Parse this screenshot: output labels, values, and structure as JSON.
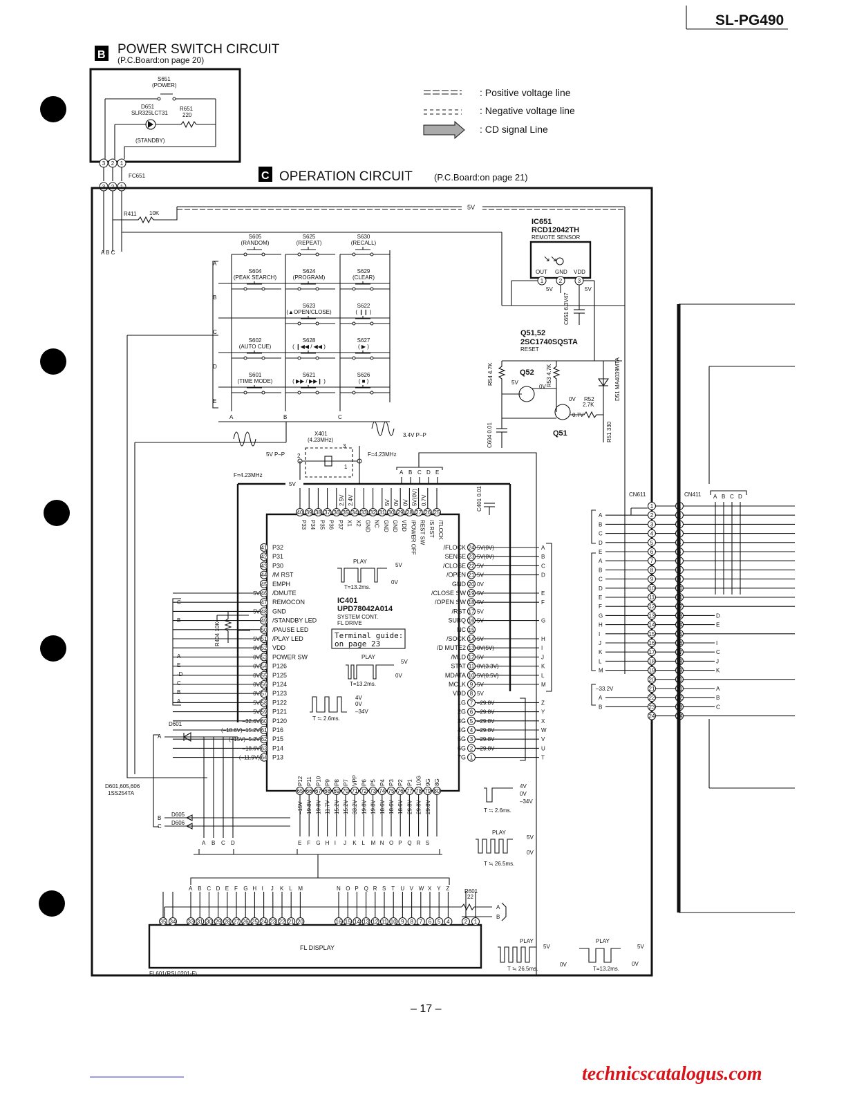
{
  "header": {
    "model": "SL-PG490",
    "page_number": "– 17 –",
    "watermark": "technicscatalogus.com"
  },
  "legend": {
    "positive": ": Positive voltage line",
    "negative": ": Negative voltage line",
    "cd_signal": ": CD signal Line"
  },
  "section_b": {
    "letter": "B",
    "title": "POWER  SWITCH  CIRCUIT",
    "subtitle": "(P.C.Board:on page 20)",
    "switch_ref": "S651",
    "switch_name": "(POWER)",
    "led_ref": "D651",
    "led_part": "SLR325LCT31",
    "resistor_ref": "R651",
    "resistor_val": "220",
    "standby": "(STANDBY)",
    "connector": "FC651"
  },
  "section_c": {
    "letter": "C",
    "title": "OPERATION  CIRCUIT",
    "subtitle": "(P.C.Board:on page 21)"
  },
  "components": {
    "r411": "R411",
    "r411_val": "10K",
    "v5_top": "5V",
    "ic651_ref": "IC651",
    "ic651_part": "RCD12042TH",
    "ic651_desc": "REMOTE SENSOR",
    "ic651_pins": [
      "OUT",
      "GND",
      "VDD"
    ],
    "c651": "C651\n6.3V47",
    "q5152_ref": "Q51,52",
    "q5152_part": "2SC1740SQSTA",
    "reset": "RESET",
    "q52": "Q52",
    "q51": "Q51",
    "r54": "R54 4.7K",
    "r53": "R53 4.7K",
    "r52": "R52",
    "r52_val": "2.7K",
    "r51": "R51 330",
    "d51": "D51 MA4039MTA",
    "c604": "C604 0.01",
    "c401": "C401 0.01",
    "x401": "X401",
    "x401_val": "(4.23MHz)",
    "freq1": "F=4.23MHz",
    "freq2": "F=4.23MHz",
    "vpp5": "5V P–P",
    "vpp34": "3.4V P–P",
    "cn611": "CN611",
    "cn411": "CN411",
    "r404": "R404 10K",
    "d601": "D601",
    "d_note1": "D601,605,606",
    "d_note2": "1SS254TA",
    "d605": "D605",
    "d606": "D606",
    "r601": "R601",
    "r601_val": "22",
    "fl_display": "FL DISPLAY",
    "fl601": "FL601(RSL0201-F)",
    "v_neg332": "–33.2V"
  },
  "ic401": {
    "ref": "IC401",
    "part": "UPD78042A014",
    "desc1": "SYSTEM CONT.",
    "desc2": "FL DRIVE",
    "guide1": "Terminal guide:",
    "guide2": "on page 23",
    "left_pins": [
      [
        "41",
        "P32"
      ],
      [
        "42",
        "P31"
      ],
      [
        "43",
        "P30"
      ],
      [
        "44",
        "/M RST"
      ],
      [
        "45",
        "EMPH"
      ],
      [
        "46",
        "/DMUTE"
      ],
      [
        "47",
        "REMOCON"
      ],
      [
        "48",
        "GND"
      ],
      [
        "49",
        "/STANDBY LED"
      ],
      [
        "50",
        "/PAUSE LED"
      ],
      [
        "51",
        "/PLAY LED"
      ],
      [
        "52",
        "VDD"
      ],
      [
        "53",
        "POWER SW"
      ],
      [
        "54",
        "P126"
      ],
      [
        "55",
        "P125"
      ],
      [
        "56",
        "P124"
      ],
      [
        "57",
        "P123"
      ],
      [
        "58",
        "P122"
      ],
      [
        "59",
        "P121"
      ],
      [
        "60",
        "P120"
      ],
      [
        "61",
        "P16"
      ],
      [
        "62",
        "P15"
      ],
      [
        "63",
        "P14"
      ],
      [
        "64",
        "P13"
      ]
    ],
    "right_pins": [
      [
        "24",
        "/FLOCK"
      ],
      [
        "23",
        "SENSE"
      ],
      [
        "22",
        "/CLOSE"
      ],
      [
        "21",
        "/OPEN"
      ],
      [
        "20",
        "GND"
      ],
      [
        "19",
        "/CLOSE SW"
      ],
      [
        "18",
        "/OPEN SW"
      ],
      [
        "17",
        "/RST"
      ],
      [
        "16",
        "SUBQ"
      ],
      [
        "15",
        "NC"
      ],
      [
        "14",
        "/SOCK"
      ],
      [
        "13",
        "/D MUTE2"
      ],
      [
        "12",
        "/MLD"
      ],
      [
        "11",
        "STAT"
      ],
      [
        "10",
        "MDATA"
      ],
      [
        "9",
        "MCLK"
      ],
      [
        "8",
        "VDD"
      ],
      [
        "7",
        "1G"
      ],
      [
        "6",
        "2G"
      ],
      [
        "5",
        "3G"
      ],
      [
        "4",
        "4G"
      ],
      [
        "3",
        "5G"
      ],
      [
        "2",
        "6G"
      ],
      [
        "1",
        "7G"
      ]
    ],
    "top_pins": [
      [
        "40",
        "P33"
      ],
      [
        "39",
        "P34"
      ],
      [
        "38",
        "P35"
      ],
      [
        "37",
        "P36"
      ],
      [
        "36",
        "P37"
      ],
      [
        "35",
        "X1"
      ],
      [
        "34",
        "X2"
      ],
      [
        "33",
        "GND"
      ],
      [
        "32",
        "NC"
      ],
      [
        "31",
        "GND"
      ],
      [
        "30",
        "GND"
      ],
      [
        "29",
        "VDD"
      ],
      [
        "28",
        "/POWER OFF"
      ],
      [
        "27",
        "REST SW"
      ],
      [
        "26",
        "/S RST"
      ],
      [
        "25",
        "/TLOCK"
      ]
    ],
    "bottom_pins": [
      [
        "65",
        "P12"
      ],
      [
        "66",
        "P11"
      ],
      [
        "67",
        "P10"
      ],
      [
        "68",
        "P9"
      ],
      [
        "69",
        "P8"
      ],
      [
        "70",
        "P7"
      ],
      [
        "71",
        "VPP"
      ],
      [
        "72",
        "P6"
      ],
      [
        "73",
        "P5"
      ],
      [
        "74",
        "P4"
      ],
      [
        "75",
        "P3"
      ],
      [
        "76",
        "P2"
      ],
      [
        "77",
        "P1"
      ],
      [
        "78",
        "10G"
      ],
      [
        "79",
        "9G"
      ],
      [
        "80",
        "8G"
      ]
    ],
    "left_volts": [
      "",
      "",
      "",
      "",
      "",
      "5V",
      "",
      "5V",
      "",
      "",
      "5V",
      "0V",
      "0V",
      "0V",
      "0V",
      "0V",
      "0V",
      "5V",
      "5V",
      "–32.6V",
      "(–18.6V)–15.2V",
      "(–15V)–5.2V",
      "–18.6V",
      "(–11.9V)"
    ],
    "right_volts": [
      "5V(0V)",
      "5V(0V)",
      "5V",
      "5V",
      "0V",
      "5V",
      "5V",
      "5V",
      "5V",
      "",
      "5V",
      "0V(5V)",
      "5V",
      "0V(3.3V)",
      "5V(0.5V)",
      "5V",
      "5V",
      "–29.8V",
      "–29.8V",
      "–29.8V",
      "–29.8V",
      "–29.8V",
      "–29.8V",
      ""
    ],
    "right_letters": [
      "A",
      "B",
      "C",
      "D",
      "",
      "E",
      "F",
      "",
      "G",
      "",
      "H",
      "I",
      "J",
      "K",
      "L",
      "M",
      "",
      "Z",
      "Y",
      "X",
      "W",
      "V",
      "U",
      "T"
    ],
    "left_letters": [
      "C",
      "B",
      "A",
      "E",
      "·D",
      "C",
      "B",
      "A"
    ],
    "top_volts": [
      "2.5V",
      "2.4V",
      "",
      "",
      "",
      "5V",
      "0V",
      "0V",
      "5V(0V)",
      "0.7V"
    ],
    "top_letters": [
      "A",
      "B",
      "C",
      "D",
      "E"
    ],
    "bottom_volts": [
      "–15V",
      "19.8V",
      "19.8V",
      "11.7V",
      "15.2V",
      "15.2V",
      "33.2V",
      "19.8V",
      "19.8V",
      "18.6V",
      "18.6V",
      "18.6V",
      "29.8V",
      "29.8V",
      "29.8V"
    ],
    "bottom_letters": [
      "E",
      "F",
      "G",
      "H",
      "I",
      "J",
      "K",
      "L",
      "M",
      "N",
      "O",
      "P",
      "Q",
      "R",
      "S"
    ],
    "bottom_left_letters": [
      "A",
      "B",
      "C",
      "D"
    ]
  },
  "switch_matrix": {
    "rows": [
      "A",
      "B",
      "C",
      "D",
      "E"
    ],
    "cols": [
      "A",
      "B",
      "C"
    ],
    "switches": [
      [
        "S605",
        "(RANDOM)"
      ],
      [
        "S625",
        "(REPEAT)"
      ],
      [
        "S630",
        "(RECALL)"
      ],
      [
        "S604",
        "(PEAK SEARCH)"
      ],
      [
        "S624",
        "(PROGRAM)"
      ],
      [
        "S629",
        "(CLEAR)"
      ],
      [
        "",
        ""
      ],
      [
        "S623",
        "(▲OPEN/CLOSE)"
      ],
      [
        "S622",
        "( ❙❙ )"
      ],
      [
        "S602",
        "(AUTO CUE)"
      ],
      [
        "S628",
        "( ❙◀◀ / ◀◀ )"
      ],
      [
        "S627",
        "( ▶ )"
      ],
      [
        "S601",
        "(TIME MODE)"
      ],
      [
        "S621",
        "( ▶▶ / ▶▶❙ )"
      ],
      [
        "S626",
        "( ■ )"
      ]
    ]
  },
  "waveforms": {
    "play": "PLAY",
    "v5": "5V",
    "v0": "0V",
    "t132": "T=13.2ms.",
    "t26": "T ≒ 2.6ms.",
    "t265": "T ≒ 26.5ms.",
    "v4": "4V",
    "vm34": "–34V"
  },
  "connector": {
    "pins": [
      "1",
      "2",
      "3",
      "4",
      "5",
      "6",
      "7",
      "8",
      "9",
      "10",
      "11",
      "12",
      "13",
      "14",
      "15",
      "16",
      "17",
      "18",
      "19",
      "20",
      "21",
      "22",
      "23",
      "24"
    ],
    "left_letters": [
      "",
      "A",
      "B",
      "C",
      "D",
      "E",
      "A",
      "B",
      "C",
      "D",
      "E",
      "F",
      "G",
      "H",
      "I",
      "J",
      "K",
      "L",
      "M",
      "",
      "",
      "A",
      "B",
      ""
    ],
    "right_letters": [
      "",
      "",
      "",
      "",
      "",
      "",
      "",
      "",
      "",
      "",
      "",
      "",
      "D",
      "E",
      "",
      "I",
      "C",
      "J",
      "K",
      "",
      "A",
      "B",
      "C",
      ""
    ],
    "bus_letters": [
      "A",
      "B",
      "C",
      "D"
    ]
  },
  "fl": {
    "top_letters_l": [
      "A",
      "B",
      "C",
      "D",
      "E",
      "F",
      "G",
      "H",
      "I",
      "J",
      "K",
      "L",
      "M"
    ],
    "top_letters_r": [
      "N",
      "O",
      "P",
      "Q",
      "R",
      "S",
      "T",
      "U",
      "V",
      "W",
      "X",
      "Y",
      "Z"
    ],
    "pins": [
      "35",
      "34",
      "33",
      "31",
      "30",
      "29",
      "28",
      "27",
      "26",
      "25",
      "24",
      "23",
      "22",
      "21",
      "20",
      "16",
      "15",
      "14",
      "13",
      "12",
      "11",
      "10",
      "9",
      "8",
      "7",
      "6",
      "5",
      "4",
      "2",
      "1"
    ]
  }
}
